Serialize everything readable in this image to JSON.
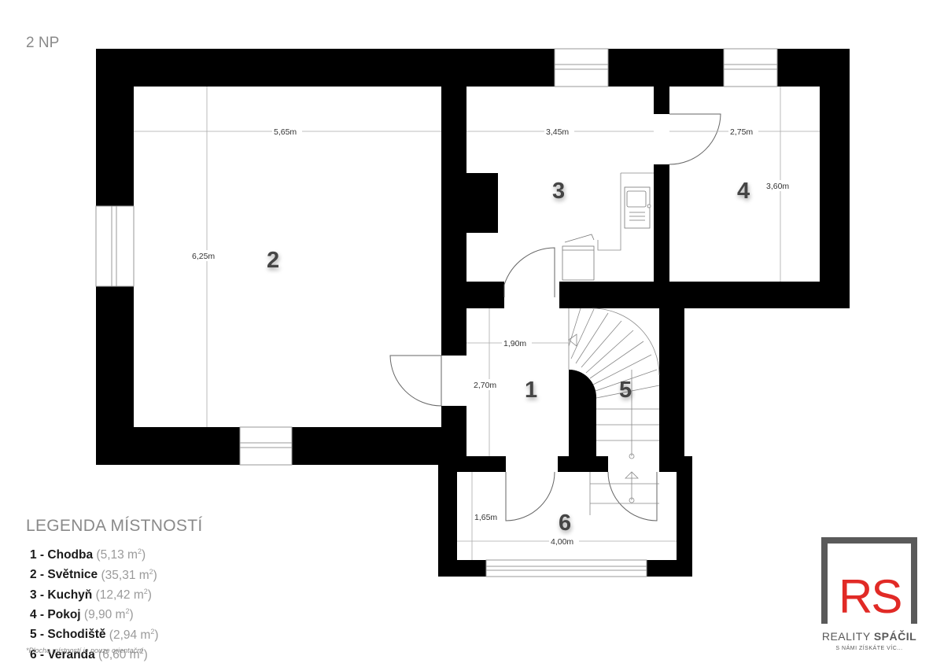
{
  "floor_label": "2 NP",
  "rooms": [
    {
      "key": "r1",
      "number": "1"
    },
    {
      "key": "r2",
      "number": "2"
    },
    {
      "key": "r3",
      "number": "3"
    },
    {
      "key": "r4",
      "number": "4"
    },
    {
      "key": "r5",
      "number": "5"
    },
    {
      "key": "r6",
      "number": "6"
    }
  ],
  "dimensions": {
    "room2_width": "5,65m",
    "room2_height": "6,25m",
    "room3_width": "3,45m",
    "room4_width": "2,75m",
    "room4_height": "3,60m",
    "room1_width": "1,90m",
    "room1_height": "2,70m",
    "room6_height": "1,65m",
    "room6_width": "4,00m"
  },
  "legend": {
    "title": "LEGENDA MÍSTNOSTÍ",
    "items": [
      {
        "num": "1",
        "name": "Chodba",
        "area": "(5,13 m",
        "unit_sup": "2",
        "close": ")"
      },
      {
        "num": "2",
        "name": "Světnice",
        "area": "(35,31 m",
        "unit_sup": "2",
        "close": ")"
      },
      {
        "num": "3",
        "name": "Kuchyň",
        "area": "(12,42 m",
        "unit_sup": "2",
        "close": ")"
      },
      {
        "num": "4",
        "name": "Pokoj",
        "area": "(9,90 m",
        "unit_sup": "2",
        "close": ")"
      },
      {
        "num": "5",
        "name": "Schodiště",
        "area": "(2,94 m",
        "unit_sup": "2",
        "close": ")"
      },
      {
        "num": "6",
        "name": "Veranda",
        "area": "(6,60 m",
        "unit_sup": "2",
        "close": ")"
      }
    ],
    "footnote": "*Plocha místností je pouze orientační"
  },
  "logo": {
    "monogram": "RS",
    "name_regular": "REALITY",
    "name_bold": "SPÁČIL",
    "tagline": "S NÁMI ZÍSKÁTE VÍC...",
    "frame_color": "#5a5a5a",
    "accent_color": "#e12a26"
  },
  "colors": {
    "wall": "#000000",
    "dimension_line": "#999999",
    "room_number": "#444444"
  }
}
